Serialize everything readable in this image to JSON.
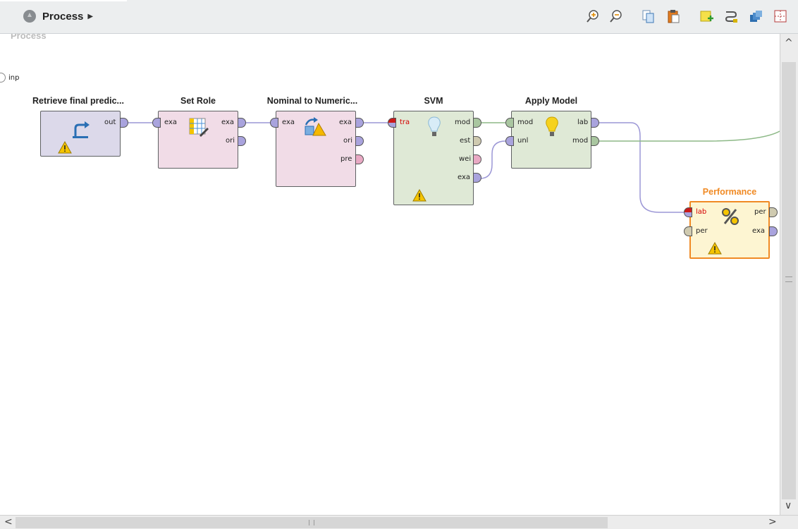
{
  "toolbar": {
    "breadcrumb_label": "Process",
    "icons": [
      "zoom-in-icon",
      "zoom-out-icon",
      "copy-icon",
      "paste-icon",
      "add-note-icon",
      "auto-wire-icon",
      "arrange-icon",
      "fit-view-icon"
    ]
  },
  "canvas": {
    "watermark": "Process",
    "input_port_label": "inp"
  },
  "operators": {
    "retrieve": {
      "title": "Retrieve final predic...",
      "out": "out"
    },
    "setrole": {
      "title": "Set Role",
      "in": "exa",
      "out1": "exa",
      "out2": "ori"
    },
    "nominal": {
      "title": "Nominal to Numeric...",
      "in": "exa",
      "out1": "exa",
      "out2": "ori",
      "out3": "pre"
    },
    "svm": {
      "title": "SVM",
      "in": "tra",
      "out1": "mod",
      "out2": "est",
      "out3": "wei",
      "out4": "exa"
    },
    "apply": {
      "title": "Apply Model",
      "in1": "mod",
      "in2": "unl",
      "out1": "lab",
      "out2": "mod"
    },
    "performance": {
      "title": "Performance",
      "in1": "lab",
      "in2": "per",
      "out1": "per",
      "out2": "exa"
    }
  },
  "colors": {
    "retrieve_bg": "#dcd9ea",
    "preprocess_bg": "#f1dce7",
    "model_bg": "#dfe9d6",
    "performance_bg": "#fdf5d2",
    "performance_accent": "#f08a24",
    "port_example": "#a9a3dd",
    "port_model": "#a9c6a0",
    "port_pre": "#e9a9c4",
    "port_est": "#cfcab0",
    "wire_example": "#9c97d6",
    "wire_model": "#8db987"
  },
  "scrollbar": {
    "up_arrow": "^",
    "down_arrow": "∨",
    "left_arrow": "<",
    "right_arrow": ">"
  }
}
